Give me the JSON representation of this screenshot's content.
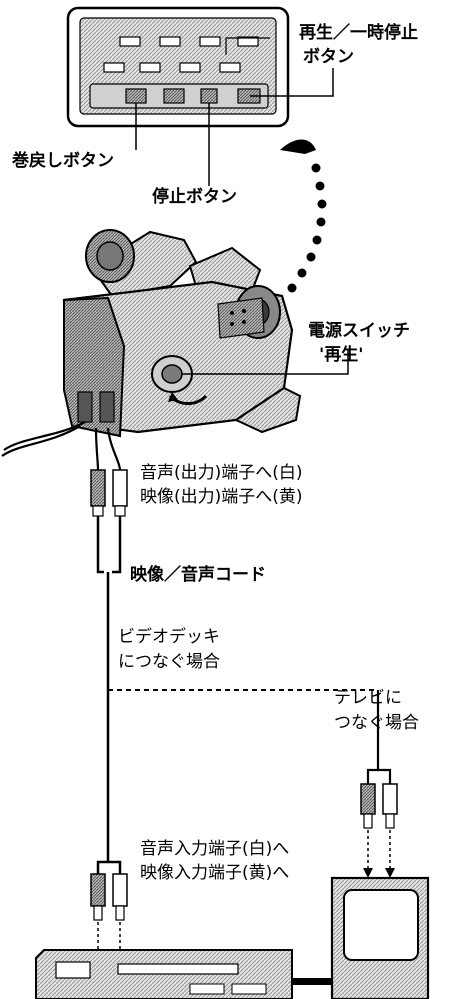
{
  "labels": {
    "play_pause_line1": "再生／一時停止",
    "play_pause_line2": "ボタン",
    "rewind": "巻戻しボタン",
    "stop": "停止ボタン",
    "power_switch_line1": "電源スイッチ",
    "power_switch_line2": "'再生'",
    "audio_out": "音声(出力)端子へ(白)",
    "video_out": "映像(出力)端子へ(黄)",
    "av_cord": "映像／音声コード",
    "vcr_line1": "ビデオデッキ",
    "vcr_line2": "につなぐ場合",
    "tv_line1": "テレビに",
    "tv_line2": "つなぐ場合",
    "audio_in": "音声入力端子(白)へ",
    "video_in": "映像入力端子(黄)へ"
  },
  "colors": {
    "ink": "#000000",
    "shade": "#9a9a9a",
    "light_shade": "#d4d4d4",
    "paper": "#ffffff"
  }
}
